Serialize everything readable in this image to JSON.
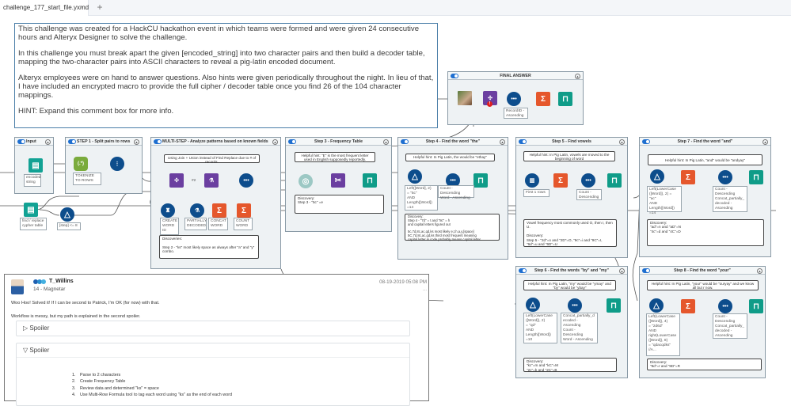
{
  "tab": {
    "filename": "challenge_177_start_file.yxmd",
    "close_icon": "×",
    "new_tab_icon": "+"
  },
  "main_comment": {
    "paragraphs": [
      "This challenge was created for a HackCU hackathon event in which teams were formed and were given 24 consecutive hours and Alteryx Designer to solve the challenge.",
      "In this challenge you must break apart the given [encoded_string] into two character pairs and then build a decoder table, mapping the two-character pairs into ASCII characters to reveal a pig-latin encoded document.",
      "Alteryx employees were on hand to answer questions.  Also hints were given periodically throughout the night. In lieu of that, I have included an encrypted macro to provide the full cipher / decoder table once you find 26 of the 104 character mappings.",
      "HINT:  Expand this comment box for more info."
    ]
  },
  "containers": {
    "input": {
      "title": "Input",
      "tools": {
        "encoded": "encoded string"
      }
    },
    "step1": {
      "title": "STEP 1 - Split pairs to rows",
      "tools": {
        "tokenize": "TOKENIZE TO ROWS"
      }
    },
    "outside": {
      "find_replace": "find / replace cypher table",
      "filter": "[step] <= 8"
    },
    "multi": {
      "title": "MULTI-STEP - Analyze patterns based on known fields",
      "note": "Using Join + Union instead of Find Replace due to # of records.",
      "join_label": "#2",
      "tools": [
        "CREATE WORD ID",
        "PARTIALLY DECODED",
        "CONCAT WORD",
        "COUNT WORD"
      ],
      "discoveries": "Discoveries:\n\nStep 2 - \"ks\" most likely space as always after \"a\" and \"y\" combo."
    },
    "step3": {
      "title": "Step 3 - Frequency Table",
      "note": "Helpful hint: \"E\" is the most frequent letter used in English supposedly reportedly.",
      "discovery": "Discovery:\nStep 3 - \"5c\" =e"
    },
    "step4": {
      "title": "Step 4 - Find the word \"the\"",
      "note": "Helpful hint: In Pig Latin, the would be \"ethay\"",
      "filter_anno": "Left([Word], 2)\n= \"5c\"\nAND\nLength([Word])\n=14",
      "sort_anno": "Count -\nDescending\nWord - Ascending",
      "discovery": "Discovery:\nStep 4 - \"7d\" = t and \"8c\" = h\nand capital letters figured out\n\n5c,7d,8c,ac,qd,ks most likely e,t,h,a,y,[space]\n5C,7d,8c,ac,qd,ks third most frequent meaning\ncapital letter in code probably means capital letter."
    },
    "step5": {
      "title": "Step 5 - Find vowels",
      "note": "Helpful hint: In Pig Latin, vowels are moved to the beginning of word",
      "sample_anno": "First 1 rows",
      "sort_anno": "Count -\nDescending",
      "discovery": "Vowel frequency most commonly used O, then I, then U.\n\nDiscovery:\nStep 5 - \"2d\"=o and \"2D\"=O, \"9c\"=i and \"9C\"=I,\n\"6d\"=u and \"6D\"=U"
    },
    "step6": {
      "title": "Step 6 - Find the words \"by\" and \"my\"",
      "note": "Helpful hint: In Pig Latin, \"my\" would be \"ymay\" and \"by\" would be \"ybay\"",
      "filter_anno": "Left(LowerCase\n([Word]), 2)\n= \"qd\"\nAND\nLength([Word])\n=10",
      "sort_anno": "Concat_partially_d\necoded -\nAscending\nCount -\nDescending\nWord - Ascending",
      "discovery": "Discovery:\n\"kc\"=m and \"kC\"=M\n\"2c\"=b and \"2C\"=B"
    },
    "step7": {
      "title": "Step 7 - Find the word \"and\"",
      "note": "Helpful hint: In Pig Latin, \"and\" would be \"andyay\"",
      "filter_anno": "Left(LowerCase\n([Word]), 2) = \"ac\"\nAND\nLength([Word])\n=14",
      "sort_anno": "Count -\nDescending\nConcat_partially_\ndecoded -\nAscending",
      "discovery": "Discovery:\n\"ad\"=n and \"aD\"=N\n\"4c\"=d and \"4C\"=D"
    },
    "step8": {
      "title": "Step 8 - Find the word \"your\"",
      "note": "Helpful hint: In Pig Latin, \"your\" would be \"ouryay\" and we know all but r now.",
      "filter_anno": "Left(LowerCase\n([Word]), 4)\n= \"2d6d\"\nAND\nright(LowerCase\n([Word]), 8)\n= \"qdacqdks\"\n//A...",
      "sort_anno": "Count -\nDescending\nConcat_partially_\ndecoded -\nAscending",
      "discovery": "Discovery:\n\"8d\"=r and \"8D\"=R"
    },
    "final": {
      "title": "FINAL ANSWER",
      "sort_anno": "RecordID -\nAscending",
      "error_badge": "!"
    }
  },
  "tool_icons": {
    "input": "book-icon",
    "regex": "(.*)",
    "select": "select-icon",
    "filter": "filter-icon",
    "sort": "sort-icon",
    "summarize": "Σ",
    "browse": "binoculars-icon",
    "join": "join-multiple-icon",
    "formula": "formula-icon",
    "recordid": "record-id-icon",
    "multirow": "multi-row-icon",
    "findreplace": "find-replace-icon",
    "frequency": "frequency-icon",
    "sample": "sample-icon",
    "macro": "macro-image-icon"
  },
  "forum": {
    "username": "T_Willins",
    "rank": "14 - Magnetar",
    "date": "08-19-2019 05:08 PM",
    "more": "...",
    "line1": "Woo Hoo!  Solved it!  If I can be second to Patrick, I'm OK (for now) with that.",
    "line2": "Workflow is messy, but my path is explained in the second spoiler.",
    "spoiler1": "▷ Spoiler",
    "spoiler2": "▽ Spoiler",
    "steps": [
      "Parse to 2 characters",
      "Create Frequency Table",
      "Review data and determined \"ks\" = space",
      "Use Multi-Row Formula tool to tag each word using \"ks\" as the end of each word"
    ]
  },
  "colors": {
    "accent_blue": "#1f6fd0",
    "comment_border": "#4a7ea8",
    "container_bg": "#eef2f4",
    "summarize_orange": "#e5572c",
    "browse_teal": "#0f9c88",
    "join_purple": "#6b3fa0",
    "sort_navy": "#0d4d8c"
  }
}
